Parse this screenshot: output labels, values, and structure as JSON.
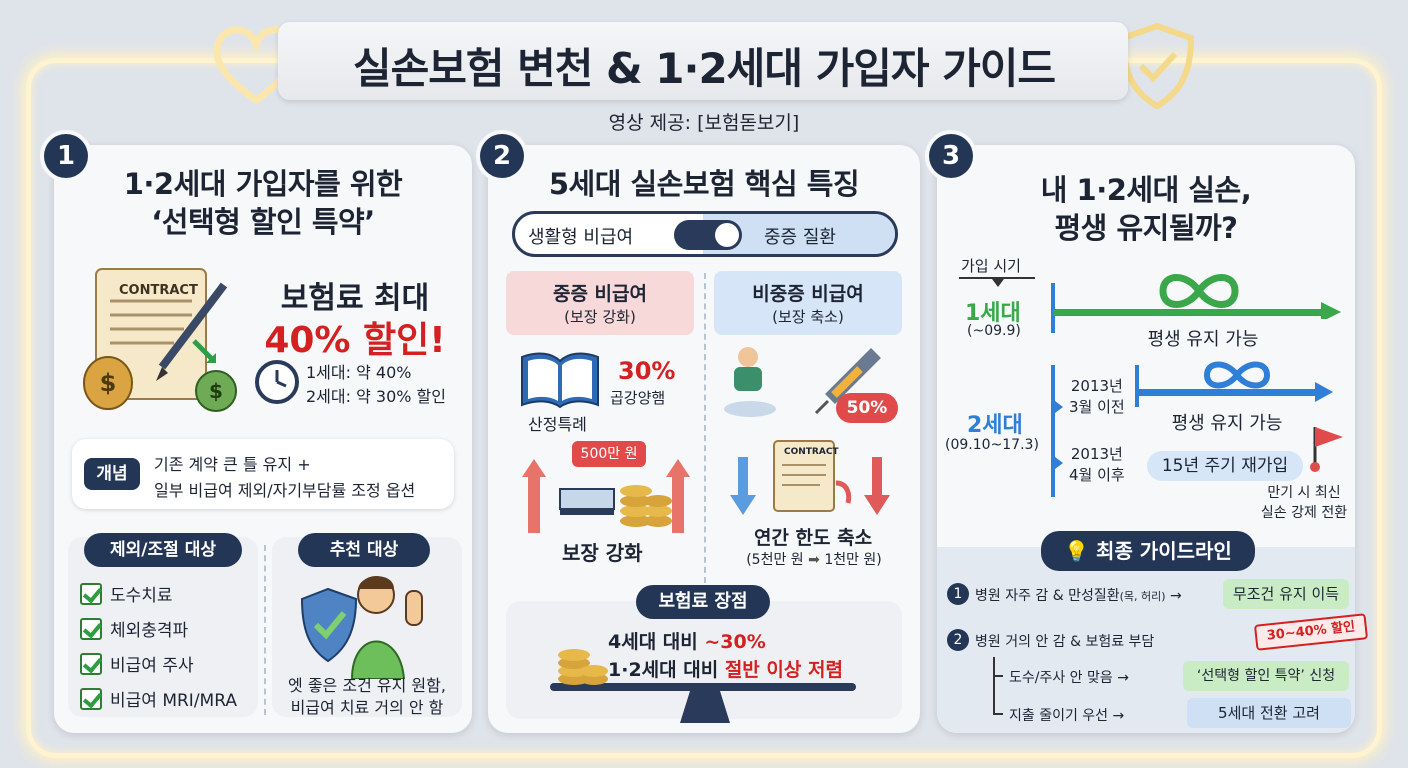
{
  "header": {
    "title": "실손보험 변천 & 1·2세대 가입자 가이드",
    "credit": "영상 제공: [보험돋보기]"
  },
  "panel1": {
    "number": "1",
    "title_line1": "1·2세대 가입자를 위한",
    "title_line2": "‘선택형 할인 특약’",
    "contract_label": "CONTRACT",
    "headline_line1": "보험료 최대",
    "headline_line2": "40% 할인!",
    "gen1_discount": "1세대: 약 40%",
    "gen2_discount": "2세대: 약 30% 할인",
    "concept_badge": "개념",
    "concept_line1": "기존 계약 큰 틀 유지 +",
    "concept_line2": "일부 비급여 제외/자기부담률 조정 옵션",
    "exclude_title": "제외/조절 대상",
    "exclude_items": [
      "도수치료",
      "체외충격파",
      "비급여 주사",
      "비급여 MRI/MRA"
    ],
    "recommend_title": "추천 대상",
    "recommend_line1": "엣 좋은 조건 유지 원함,",
    "recommend_line2": "비급여 치료 거의 안 함"
  },
  "panel2": {
    "number": "2",
    "title": "5세대 실손보험 핵심 특징",
    "toggle_left": "생활형 비급여",
    "toggle_right": "중증 질환",
    "left_title": "중증 비급여",
    "left_sub": "(보장 강화)",
    "right_title": "비중증 비급여",
    "right_sub": "(보장 축소)",
    "special_label": "산정특례",
    "pct30": "30%",
    "pct30_label": "곱강양햄",
    "money_badge": "500만 원",
    "coverage_up": "보장 강화",
    "pct50": "50%",
    "contract_label": "CONTRACT",
    "annual_limit": "연간 한도 축소",
    "limit_from": "(5천만 원",
    "limit_to": "1천만 원)",
    "premium_title": "보험료 장점",
    "premium_line1_a": "4세대 대비 ",
    "premium_line1_b": "~30%",
    "premium_line2_a": "1·2세대 대비 ",
    "premium_line2_b": "절반 이상 저렴"
  },
  "panel3": {
    "number": "3",
    "title_line1": "내 1·2세대 실손,",
    "title_line2": "평생 유지될까?",
    "join_label": "가입 시기",
    "gen1": "1세대",
    "gen1_period": "(~09.9)",
    "gen1_status": "평생 유지 가능",
    "gen2": "2세대",
    "gen2_period": "(09.10~17.3)",
    "before_year": "2013년",
    "before_label": "3월 이전",
    "before_status": "평생 유지 가능",
    "after_year": "2013년",
    "after_label": "4월 이후",
    "after_status": "15년 주기 재가입",
    "expiry_line1": "만기 시 최신",
    "expiry_line2": "실손 강제 전환",
    "guide_title": "최종 가이드라인",
    "g1_num": "1",
    "g1_text": "병원 자주 감 & 만성질환",
    "g1_small": "(목, 허리)",
    "g1_result": "무조건 유지 이득",
    "g2_num": "2",
    "g2_text": "병원 거의 안 감 & 보험료 부담",
    "stamp": "30~40% 할인",
    "sub1_text": "도수/주사 안 맞음",
    "sub1_result": "‘선택형 할인 특약’ 신청",
    "sub2_text": "지출 줄이기 우선",
    "sub2_result": "5세대 전환 고려"
  },
  "colors": {
    "navy": "#233656",
    "red": "#d32020",
    "green": "#3aa84a",
    "blue": "#2f7fd6"
  }
}
